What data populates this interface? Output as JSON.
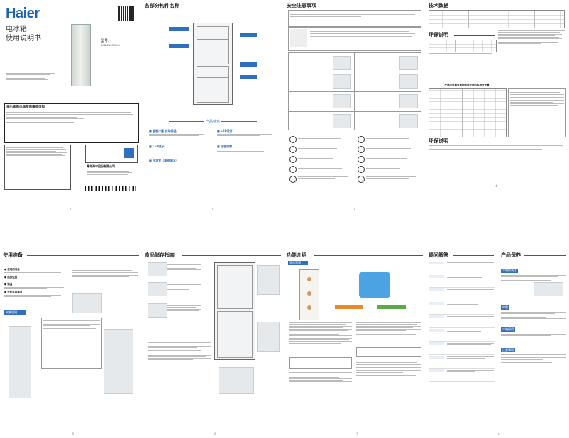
{
  "cover": {
    "brand": "Haier",
    "product_title": "电冰箱",
    "manual_title": "使用说明书",
    "model_label": "型号:",
    "model_value": "BCD-218TDPLX",
    "company": "青岛海尔股份有限公司",
    "warning_title": "海尔家用电器使用事项须知"
  },
  "top_sections": {
    "parts": "各部分构件名称",
    "safety": "安全注意事项",
    "specs": "技术数据",
    "hazard": "产品中有毒有害物质或元素的名称及含量",
    "env": "环保说明",
    "features": "产品特点"
  },
  "feature_items": [
    {
      "title": "智能冷藏 自动调温"
    },
    {
      "title": "LED设计"
    },
    {
      "title": "LED显示"
    },
    {
      "title": "远程保鲜"
    },
    {
      "title": "冷冻室（单独温区）"
    }
  ],
  "bottom_sections": {
    "prep": "使用准备",
    "storage": "食品储存指南",
    "functions": "功能介绍",
    "faq": "疑问解答",
    "maintain": "产品保养"
  },
  "prep_sub": [
    "使用前准备",
    "摆放位置",
    "调温",
    "开机注意事项"
  ],
  "prep_sub2": "安装说明",
  "func_sub": "显示界面",
  "maintain_sub": [
    "冰箱的清洁",
    "除霜",
    "冰箱停用",
    "注意事项"
  ],
  "page_numbers": [
    "1",
    "2",
    "3",
    "4",
    "5",
    "6",
    "7",
    "8"
  ]
}
